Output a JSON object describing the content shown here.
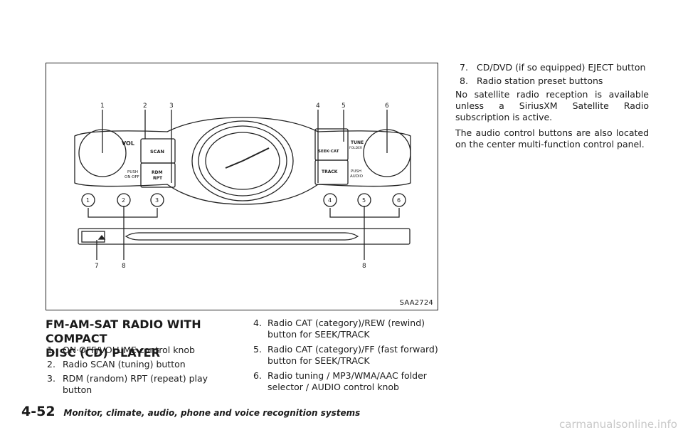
{
  "figure": {
    "code": "SAA2724",
    "callouts": [
      "1",
      "2",
      "3",
      "4",
      "5",
      "6",
      "1",
      "2",
      "3",
      "4",
      "5",
      "6",
      "7",
      "8",
      "8"
    ],
    "button_labels": {
      "vol": "VOL",
      "push_on_off_1": "PUSH",
      "push_on_off_2": "ON·OFF",
      "scan": "SCAN",
      "rdm": "RDM",
      "rpt": "RPT",
      "seek_cat": "SEEK·CAT",
      "track": "TRACK",
      "tune": "TUNE",
      "folder": "FOLDER",
      "push_audio_1": "PUSH",
      "push_audio_2": "AUDIO"
    }
  },
  "section": {
    "title_line1": "FM-AM-SAT RADIO WITH COMPACT",
    "title_line2": "DISC (CD) PLAYER"
  },
  "items_left": [
    {
      "num": "1.",
      "text": "ON·OFF/VOLUME control knob"
    },
    {
      "num": "2.",
      "text": "Radio SCAN (tuning) button"
    },
    {
      "num": "3.",
      "text": "RDM (random) RPT (repeat) play button"
    }
  ],
  "items_mid": [
    {
      "num": "4.",
      "text": "Radio CAT (category)/REW (rewind) button for SEEK/TRACK"
    },
    {
      "num": "5.",
      "text": "Radio CAT (category)/FF (fast forward) button for SEEK/TRACK"
    },
    {
      "num": "6.",
      "text": "Radio tuning / MP3/WMA/AAC folder selector / AUDIO control knob"
    }
  ],
  "items_right": [
    {
      "num": "7.",
      "text": "CD/DVD (if so equipped) EJECT button"
    },
    {
      "num": "8.",
      "text": "Radio station preset buttons"
    }
  ],
  "para1": "No satellite radio reception is available unless a SiriusXM Satellite Radio subscription is active.",
  "para2": "The audio control buttons are also located on the center multi-function control panel.",
  "footer": {
    "page": "4-52",
    "text": "Monitor, climate, audio, phone and voice recognition systems"
  },
  "watermark": "carmanualsonline.info"
}
